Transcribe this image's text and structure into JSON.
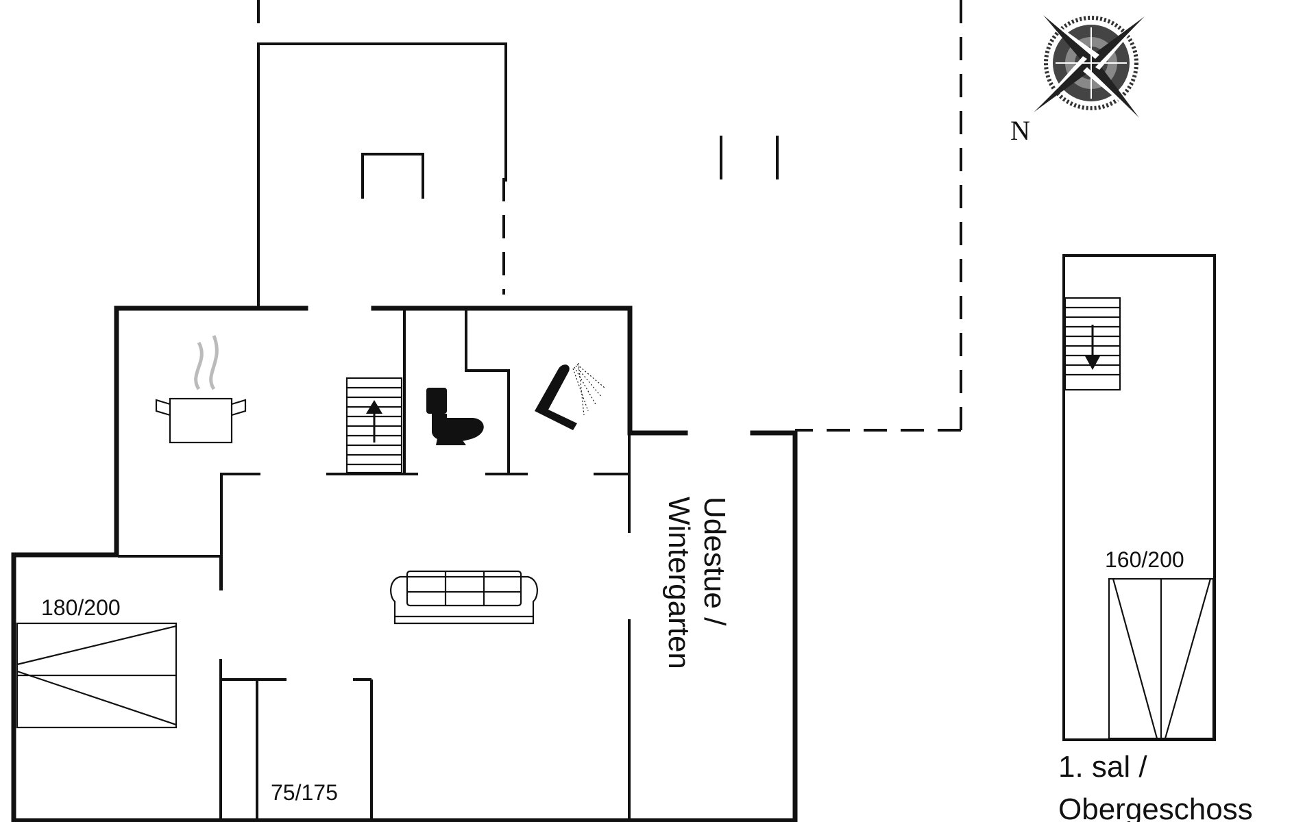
{
  "rooms": {
    "ground_bedroom_bed": "180/200",
    "ground_small_bed": "75/175",
    "sunroom": {
      "line1": "Udestue /",
      "line2": "Wintergarten"
    },
    "upper_bed": "160/200",
    "upper_floor": {
      "line1": "1. sal /",
      "line2": "Obergeschoss"
    }
  },
  "compass": {
    "north_label": "N"
  },
  "icons": [
    "cooking-pot-icon",
    "stairs-up-icon",
    "toilet-icon",
    "shower-icon",
    "sofa-icon",
    "stairs-down-icon",
    "compass-rose-icon"
  ]
}
